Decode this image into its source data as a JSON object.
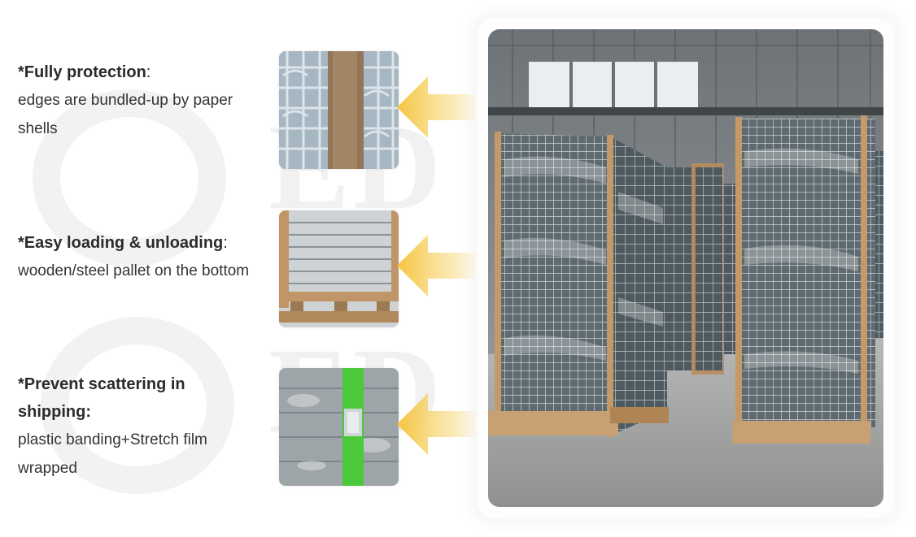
{
  "features": [
    {
      "title": "*Fully protection",
      "title_suffix": ":",
      "description": "edges are bundled-up by paper shells",
      "image_icon": "paper-edge-protector-photo"
    },
    {
      "title": "*Easy loading & unloading",
      "title_suffix": ":",
      "description": "wooden/steel pallet on the bottom",
      "image_icon": "wooden-pallet-photo"
    },
    {
      "title": "*Prevent scattering in shipping:",
      "title_suffix": "",
      "description": "plastic banding+Stretch film wrapped",
      "image_icon": "plastic-banding-photo"
    }
  ],
  "colors": {
    "arrow": "#f5c84a",
    "text": "#2b2b2b",
    "watermark": "#f1f1f1"
  },
  "main_photo_icon": "warehouse-packed-wire-decks-photo"
}
